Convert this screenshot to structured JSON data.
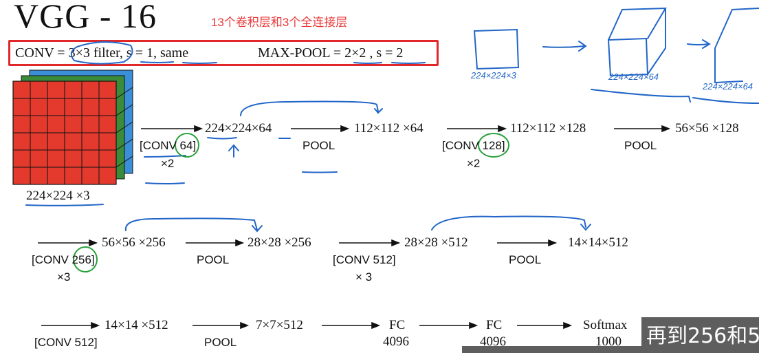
{
  "title": "VGG - 16",
  "subtitle": "13个卷积层和3个全连接层",
  "hyperparams": {
    "conv": "CONV = 3×3 filter, s = 1, same",
    "pool": "MAX-POOL = 2×2 , s = 2"
  },
  "input_dims": "224×224 ×3",
  "row1": {
    "d1": "224×224×64",
    "d2": "112×112 ×64",
    "d3": "112×112 ×128",
    "d4": "56×56 ×128",
    "op1": "[CONV 64]",
    "op1_times": "×2",
    "op2": "POOL",
    "op3": "[CONV 128]",
    "op3_times": "×2",
    "op4": "POOL"
  },
  "row2": {
    "d1": "56×56 ×256",
    "d2": "28×28 ×256",
    "d3": "28×28 ×512",
    "d4": "14×14×512",
    "op1": "[CONV 256]",
    "op1_times": "×3",
    "op2": "POOL",
    "op3": "[CONV 512]",
    "op3_times": "× 3",
    "op4": "POOL"
  },
  "row3": {
    "d1": "14×14 ×512",
    "d2": "7×7×512",
    "fc1": "FC",
    "fc1_units": "4096",
    "fc2": "FC",
    "fc2_units": "4096",
    "softmax": "Softmax",
    "softmax_units": "1000",
    "op1": "[CONV 512]",
    "op2": "POOL"
  },
  "handwritten": {
    "note1": "224×224×3",
    "note2": "224×224×64",
    "note3": "224×224×64"
  },
  "caption": "再到256和5",
  "colors": {
    "red_layer": "#e43a2e",
    "green_layer": "#3a8c3a",
    "blue_layer": "#3b8fd8",
    "pen_blue": "#2266c8",
    "pen_green": "#27a03a",
    "box_red": "#e02828"
  }
}
